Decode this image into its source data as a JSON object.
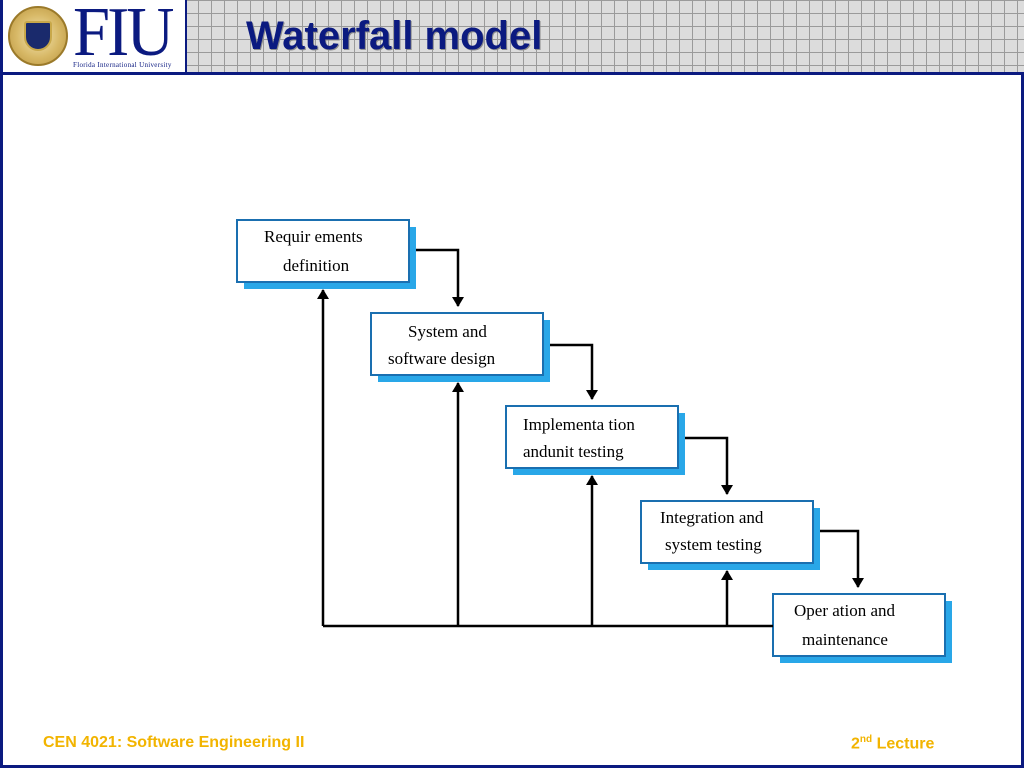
{
  "header": {
    "logo_text": "FIU",
    "logo_subtext": "Florida International University",
    "title": "Waterfall model"
  },
  "diagram": {
    "stages": [
      {
        "line1": "Requir ements",
        "line2": "definition"
      },
      {
        "line1": "System and",
        "line2": "software design"
      },
      {
        "line1": "Implementa tion",
        "line2": "andunit testing"
      },
      {
        "line1": "Integration and",
        "line2": "system testing"
      },
      {
        "line1": "Oper ation and",
        "line2": "maintenance"
      }
    ]
  },
  "footer": {
    "course": "CEN 4021: Software Engineering II",
    "lecture_number": "2",
    "lecture_suffix": "nd",
    "lecture_label": "Lecture"
  },
  "colors": {
    "navy": "#0b1a80",
    "box_border": "#1a6fb0",
    "box_shadow": "#29a7e8",
    "footer_text": "#f2b400"
  }
}
